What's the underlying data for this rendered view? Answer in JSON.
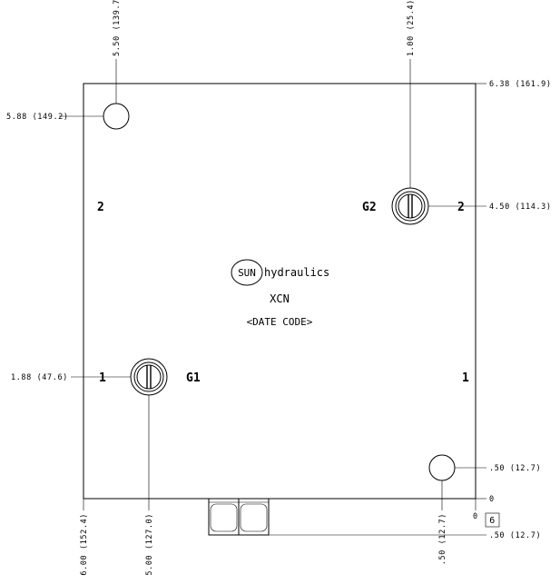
{
  "dimensions": {
    "top_left_x": "5.50 (139.7)",
    "top_right_x": "1.00 (25.4)",
    "right_top": "6.38 (161.9)",
    "left_top_y": "5.88 (149.2)",
    "right_g2": "4.50 (114.3)",
    "left_g1": "1.88 (47.6)",
    "right_bottom_hole": ".50 (12.7)",
    "right_zero": "0",
    "right_fitting": ".50 (12.7)",
    "bottom_left": "6.00 (152.4)",
    "bottom_g1": "5.00 (127.0)",
    "bottom_hole": ".50 (12.7)",
    "bottom_zero": "0"
  },
  "labels": {
    "port_2_left": "2",
    "port_g2": "G2",
    "port_2_right": "2",
    "port_1_left": "1",
    "port_g1": "G1",
    "port_1_right": "1",
    "face_badge": "6"
  },
  "brand": {
    "logo_word": "SUN",
    "name": "hydraulics",
    "model": "XCN",
    "date_code": "<DATE CODE>"
  }
}
